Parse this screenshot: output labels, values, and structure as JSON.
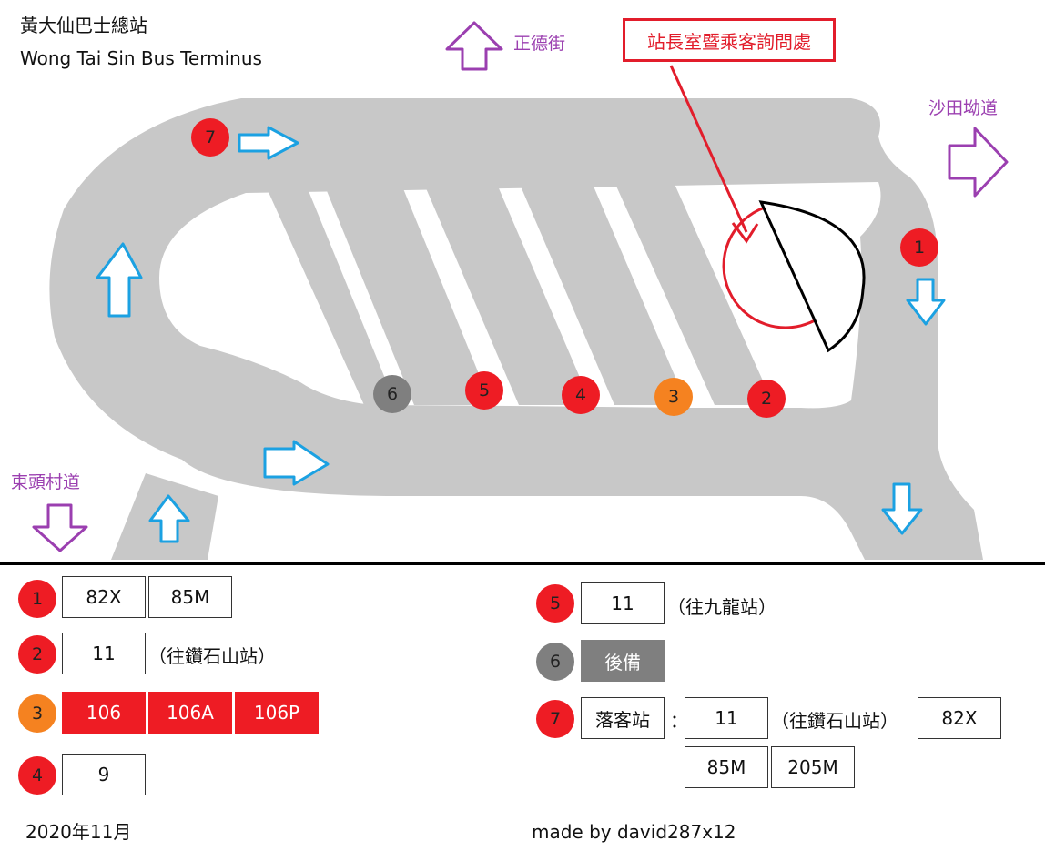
{
  "title_zh": "黃大仙巴士總站",
  "title_en": "Wong Tai Sin Bus Terminus",
  "streets": {
    "ching_tak": "正德街",
    "sha_tin_au": "沙田坳道",
    "tung_tau_tsuen": "東頭村道"
  },
  "office_label": "站長室暨乘客詢問處",
  "stops": [
    {
      "id": "1",
      "color": "#ee1c24"
    },
    {
      "id": "2",
      "color": "#ee1c24"
    },
    {
      "id": "3",
      "color": "#f58220"
    },
    {
      "id": "4",
      "color": "#ee1c24"
    },
    {
      "id": "5",
      "color": "#ee1c24"
    },
    {
      "id": "6",
      "color": "#7f7f7f"
    },
    {
      "id": "7",
      "color": "#ee1c24"
    }
  ],
  "legend": {
    "stop1": {
      "label": "1",
      "routes": [
        "82X",
        "85M"
      ]
    },
    "stop2": {
      "label": "2",
      "routes": [
        "11"
      ],
      "note": "（往鑽石山站）"
    },
    "stop3": {
      "label": "3",
      "routes": [
        "106",
        "106A",
        "106P"
      ]
    },
    "stop4": {
      "label": "4",
      "routes": [
        "9"
      ]
    },
    "stop5": {
      "label": "5",
      "routes": [
        "11"
      ],
      "note": "（往九龍站）"
    },
    "stop6": {
      "label": "6",
      "status": "後備"
    },
    "stop7": {
      "label": "7",
      "type": "落客站",
      "colon": "：",
      "routes": [
        "11",
        "82X",
        "85M",
        "205M"
      ],
      "note": "（往鑽石山站）"
    }
  },
  "date": "2020年11月",
  "credit": "made by david287x12",
  "colors": {
    "road": "#c8c8c8",
    "arrow_blue": "#1ba1e2",
    "street_purple": "#9b3fb0",
    "office_red": "#e21d2b",
    "stop_red": "#ee1c24",
    "stop_orange": "#f58220",
    "stop_grey": "#7f7f7f"
  }
}
